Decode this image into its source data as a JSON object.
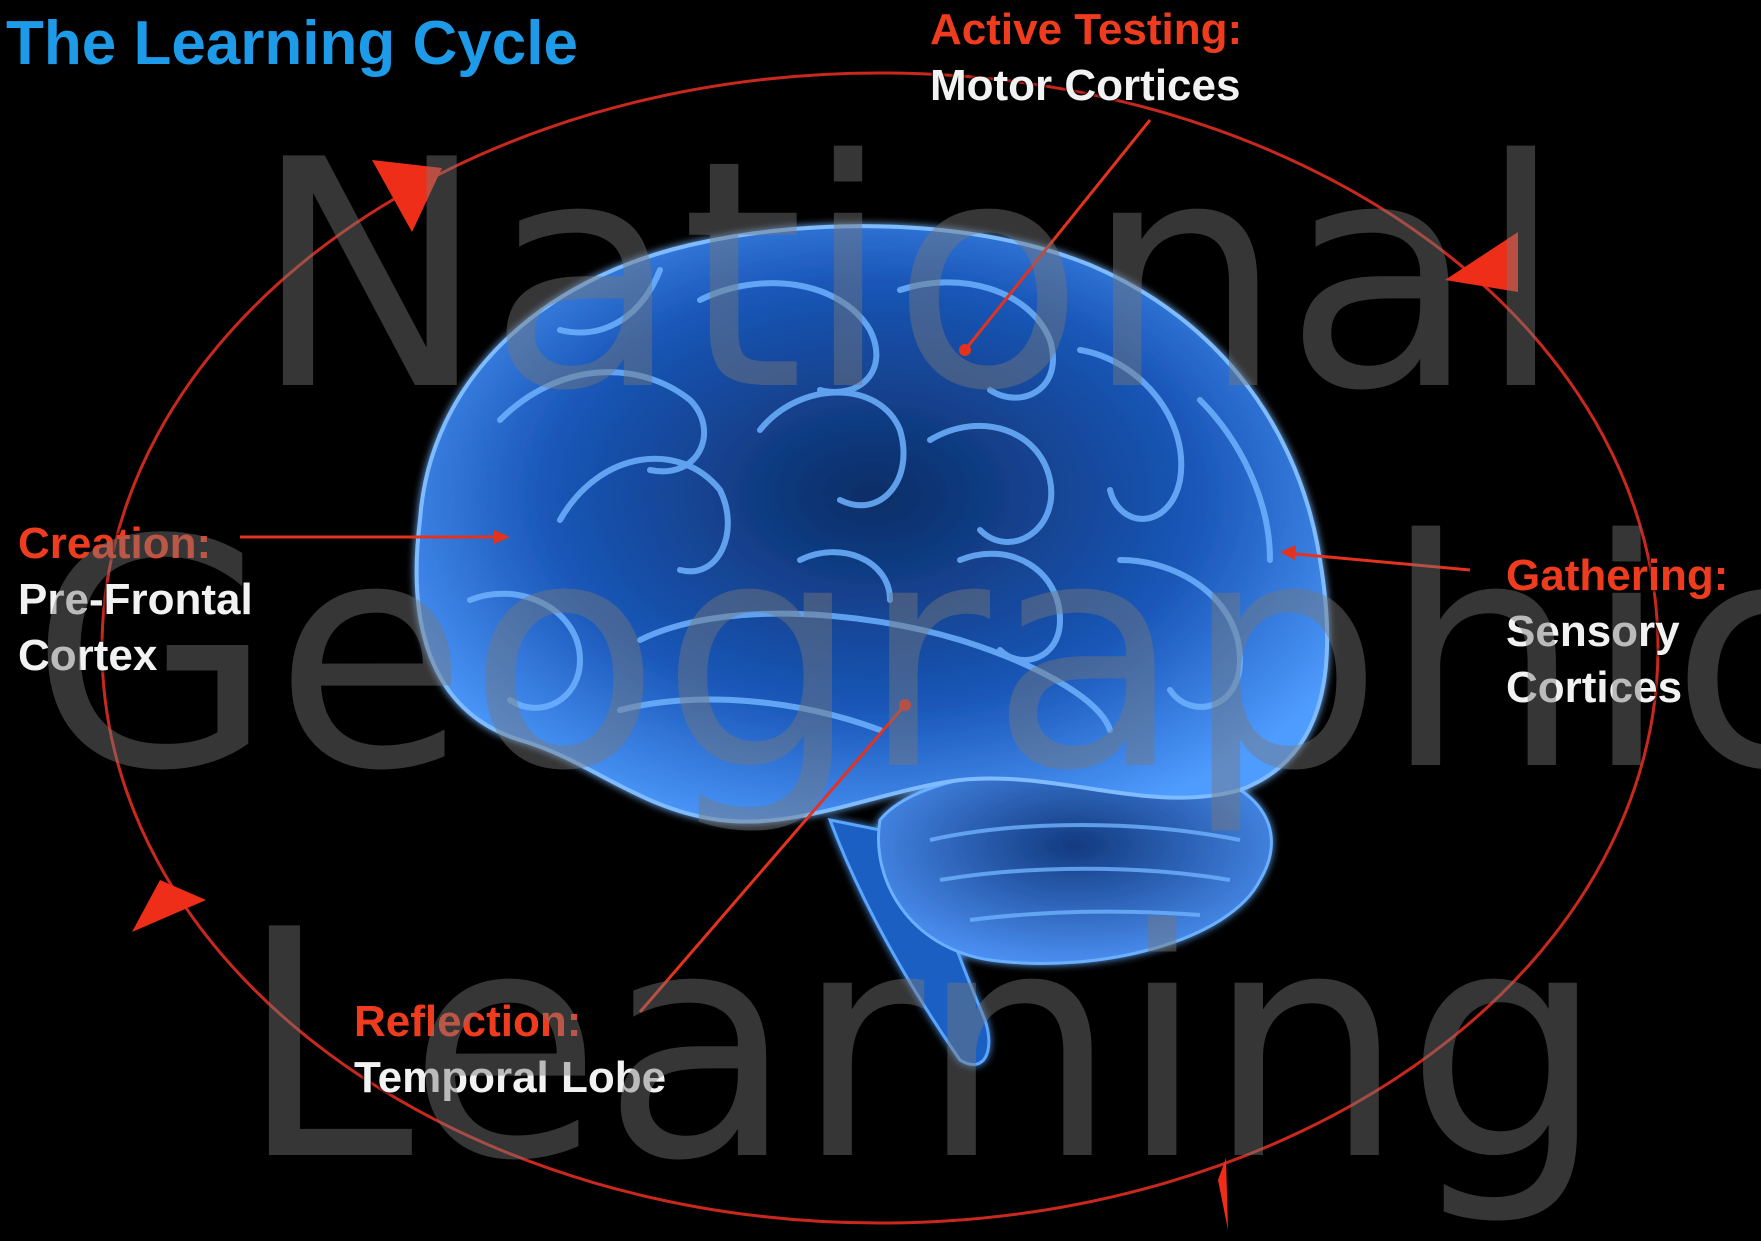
{
  "title": "The Learning Cycle",
  "stages": {
    "active_testing": {
      "heading": "Active Testing:",
      "lines": [
        "Motor Cortices"
      ]
    },
    "creation": {
      "heading": "Creation:",
      "lines": [
        "Pre-Frontal",
        "Cortex"
      ]
    },
    "gathering": {
      "heading": "Gathering:",
      "lines": [
        "Sensory",
        "Cortices"
      ]
    },
    "reflection": {
      "heading": "Reflection:",
      "lines": [
        "Temporal Lobe"
      ]
    }
  },
  "watermark": {
    "lines": [
      "National",
      "Geographic",
      "Learning"
    ]
  },
  "colors": {
    "background": "#000000",
    "title": "#1e9be8",
    "stage_heading": "#f03c1e",
    "stage_text": "#f2f2f2",
    "cycle_line": "#c8281e",
    "brain": "#2a6fd6"
  },
  "icons": [
    "cycle-arrow-icon",
    "brain-illustration"
  ]
}
